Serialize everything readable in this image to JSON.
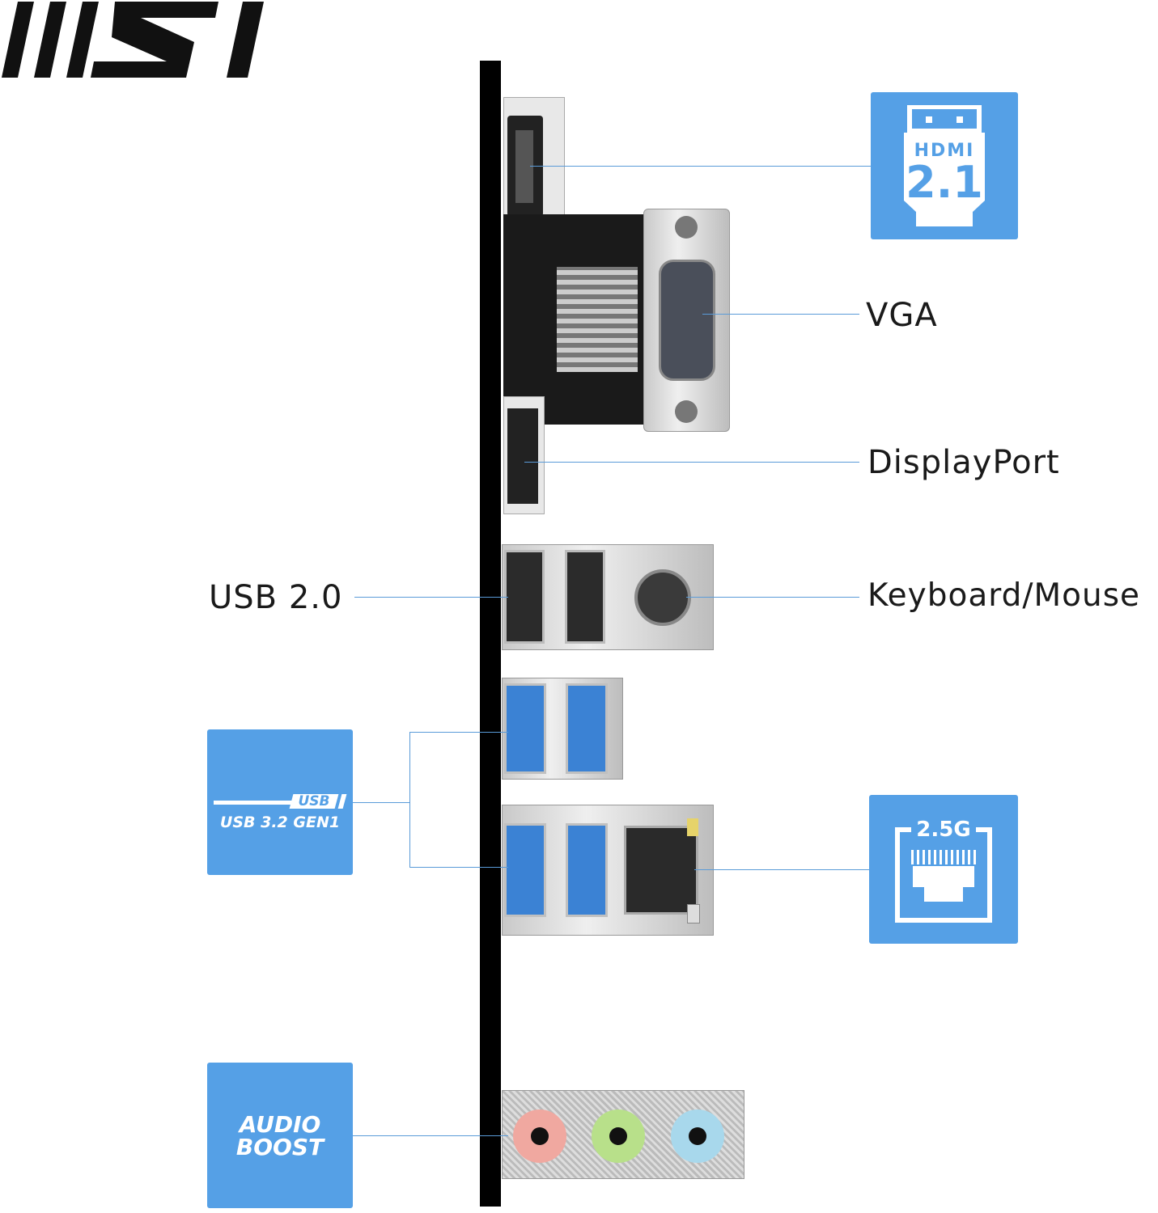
{
  "brand": {
    "logo_text": "MSI"
  },
  "labels": {
    "vga": "VGA",
    "displayport": "DisplayPort",
    "usb2": "USB 2.0",
    "keyboard_mouse": "Keyboard/Mouse"
  },
  "badges": {
    "hdmi": {
      "title": "HDMI",
      "version": "2.1",
      "icon": "hdmi-connector-icon"
    },
    "usb3": {
      "tag": "USB",
      "text": "USB 3.2 GEN1",
      "icon": "usb-cable-icon"
    },
    "lan": {
      "text": "2.5G",
      "icon": "ethernet-port-icon"
    },
    "audio": {
      "line1": "AUDIO",
      "line2": "BOOST"
    }
  },
  "colors": {
    "badge_blue": "#55a0e6",
    "leader_line": "#5a9bd8",
    "usb3_port": "#3b82d4",
    "audio_pink": "#f0a8a0",
    "audio_green": "#b8e08a",
    "audio_blue": "#a8d8ec"
  }
}
